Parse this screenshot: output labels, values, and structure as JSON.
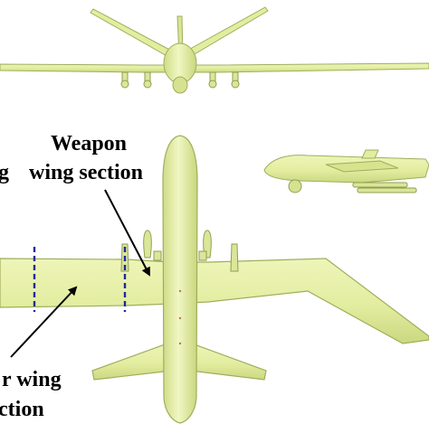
{
  "labels": {
    "weapon_line1": "Weapon",
    "weapon_line2": "wing section",
    "left_fragment": "g",
    "outer_line1": "r wing",
    "outer_line2": "ction"
  },
  "colors": {
    "airframe_fill": "#e6f0a6",
    "airframe_stroke": "#9fae5c",
    "airframe_shadow": "#c7d57e",
    "section_divider": "#1f2a9e",
    "arrow": "#000000",
    "background": "#ffffff"
  }
}
